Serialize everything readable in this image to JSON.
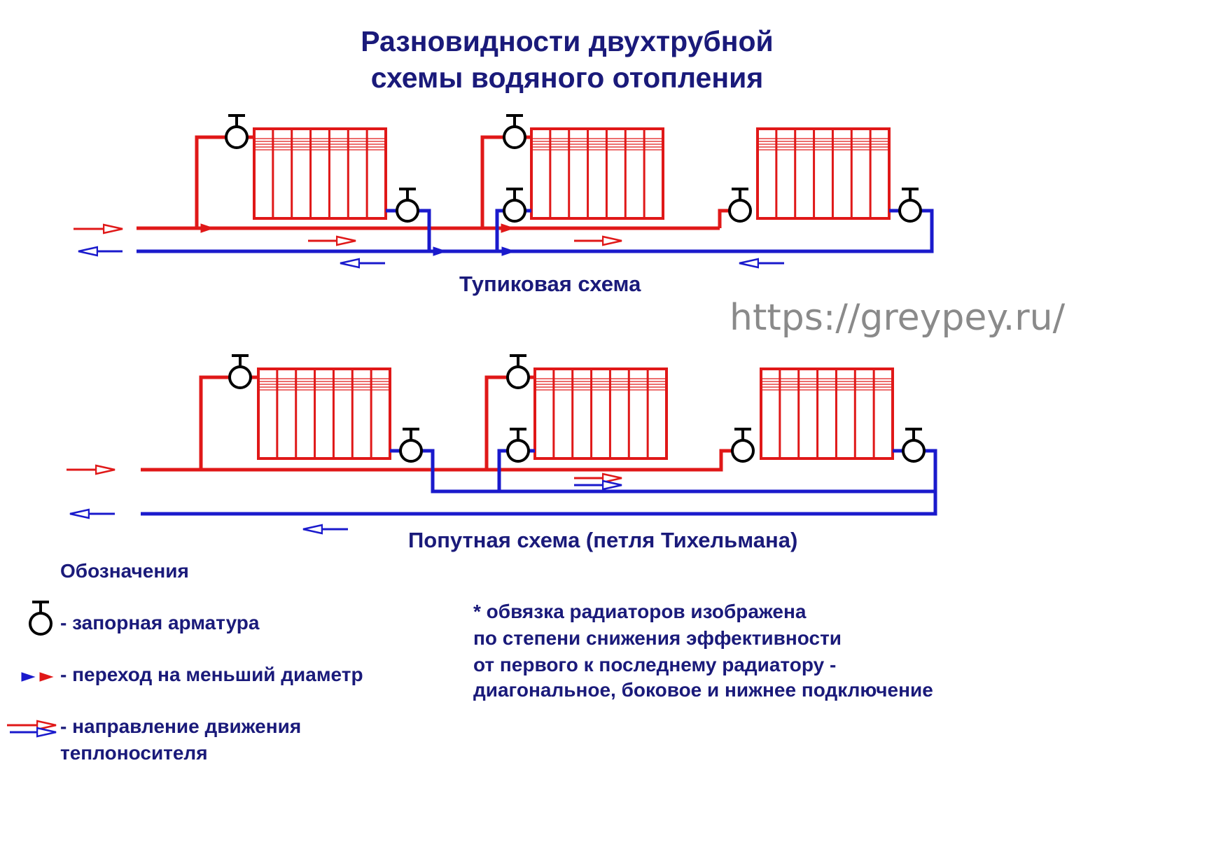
{
  "title": {
    "line1": "Разновидности двухтрубной",
    "line2": "схемы водяного отопления"
  },
  "schemes": [
    {
      "caption": "Тупиковая схема"
    },
    {
      "caption": "Попутная схема (петля Тихельмана)"
    }
  ],
  "watermark": "https://greypey.ru/",
  "legend": {
    "heading": "Обозначения",
    "items": {
      "valve": "- запорная арматура",
      "reducer": "- переход на меньший диаметр",
      "flow_line1": "- направление движения",
      "flow_line2": "теплоносителя"
    }
  },
  "note": {
    "lines": [
      "* обвязка радиаторов изображена",
      "по степени снижения эффективности",
      "от первого к последнему радиатору -",
      "диагональное, боковое и нижнее подключение"
    ]
  },
  "colors": {
    "supply": "#e01818",
    "return": "#1a1acc",
    "text": "#1a1a7a",
    "watermark": "#8a8a8a",
    "valve": "#000000"
  },
  "icons": {
    "valve": "valve-icon",
    "reducer": "reducer-triangle-icon",
    "flow": "flow-arrow-icon"
  }
}
